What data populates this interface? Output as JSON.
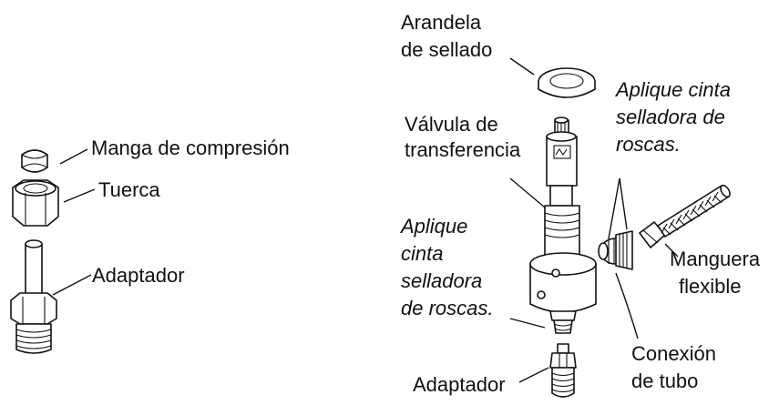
{
  "labels": {
    "compression_sleeve": "Manga de compresión",
    "nut": "Tuerca",
    "adapter_left": "Adaptador",
    "sealing_washer": [
      "Arandela",
      "de sellado"
    ],
    "transfer_valve": [
      "Válvula de",
      "transferencia"
    ],
    "thread_tape_left": [
      "Aplique",
      "cinta",
      "selladora",
      "de roscas."
    ],
    "thread_tape_right": [
      "Aplique cinta",
      "selladora de",
      "roscas."
    ],
    "flexible_hose": [
      "Manguera",
      "flexible"
    ],
    "tube_connection": [
      "Conexión",
      "de tubo"
    ],
    "adapter_bottom": "Adaptador"
  }
}
